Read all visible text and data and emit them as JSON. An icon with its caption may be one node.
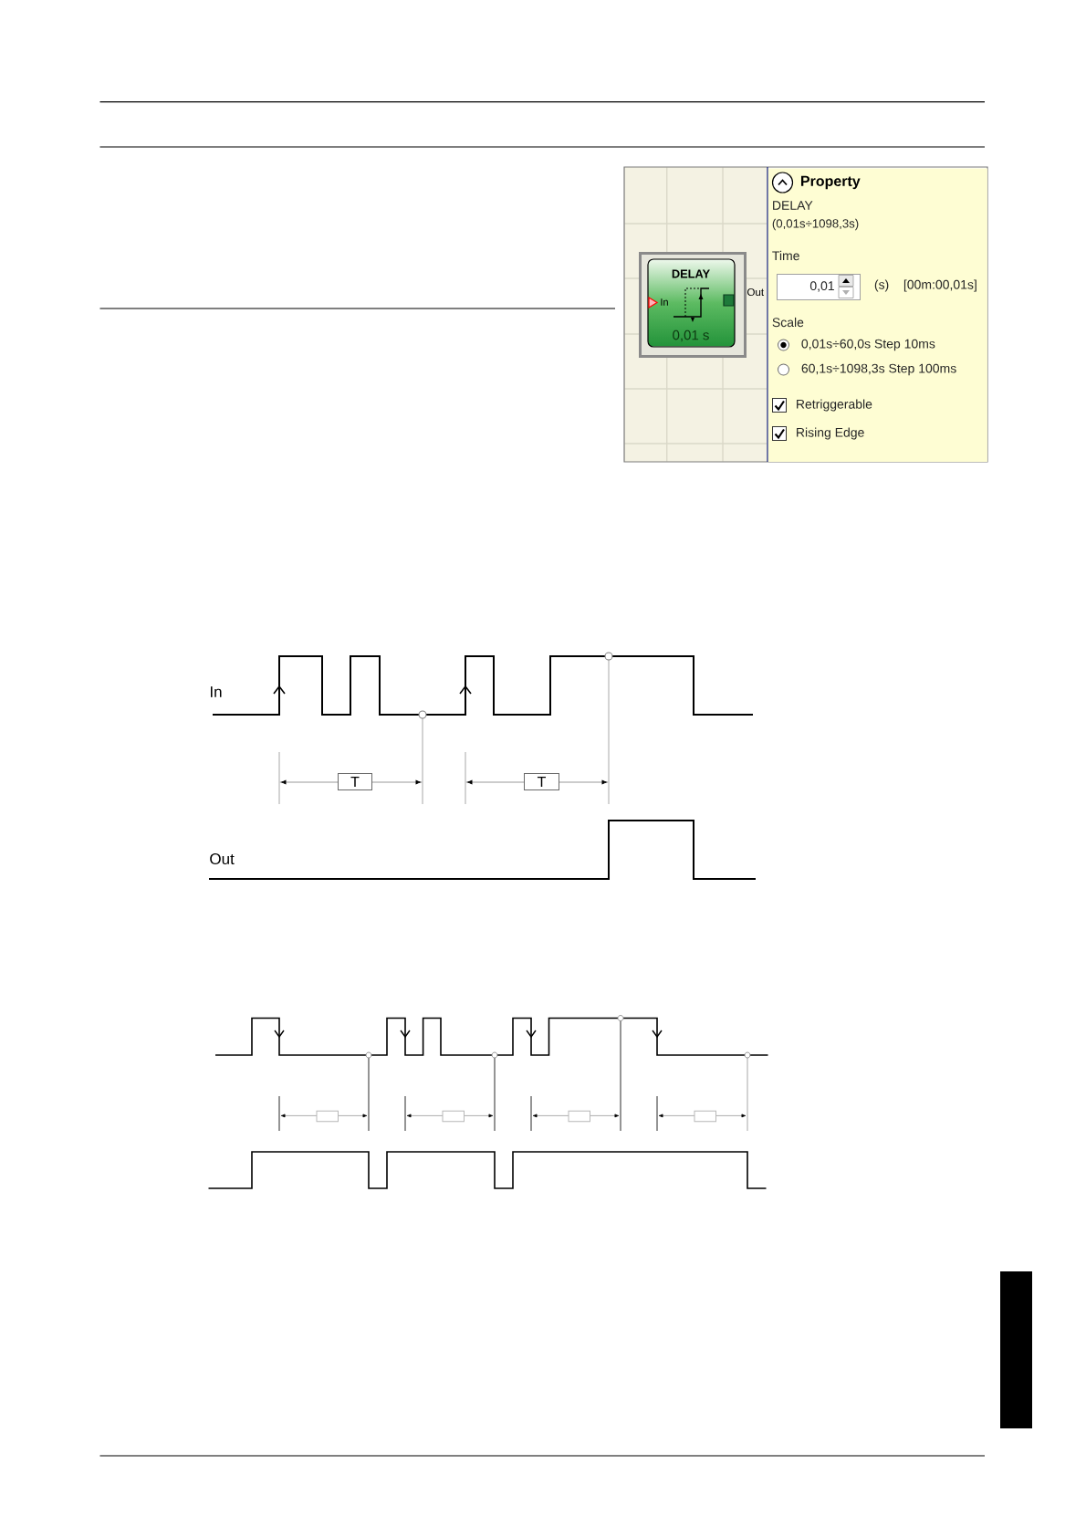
{
  "diagram": {
    "nodes": [
      {
        "text": [
          "DELAY",
          "In",
          "0,01 s"
        ],
        "beside": [
          "Out"
        ]
      },
      {
        "text": [
          "Property",
          "DELAY",
          "(0,01s÷1098,3s)",
          "Time",
          "(s)",
          "[00m:00,01s]",
          "Scale",
          "0,01s÷60,0s Step 10ms",
          "60,1s÷1098,3s Step 100ms",
          "Retriggerable",
          "Rising Edge"
        ]
      },
      {
        "text": [
          "0,01"
        ],
        "in": 1
      },
      {
        "text": [
          "T"
        ]
      },
      {
        "text": [
          "T"
        ]
      },
      {
        "text": [],
        "shape": "box"
      },
      {
        "text": [],
        "shape": "box"
      },
      {
        "text": [],
        "shape": "box"
      },
      {
        "text": [],
        "shape": "box"
      }
    ],
    "labels": [
      "In",
      "Out"
    ]
  }
}
